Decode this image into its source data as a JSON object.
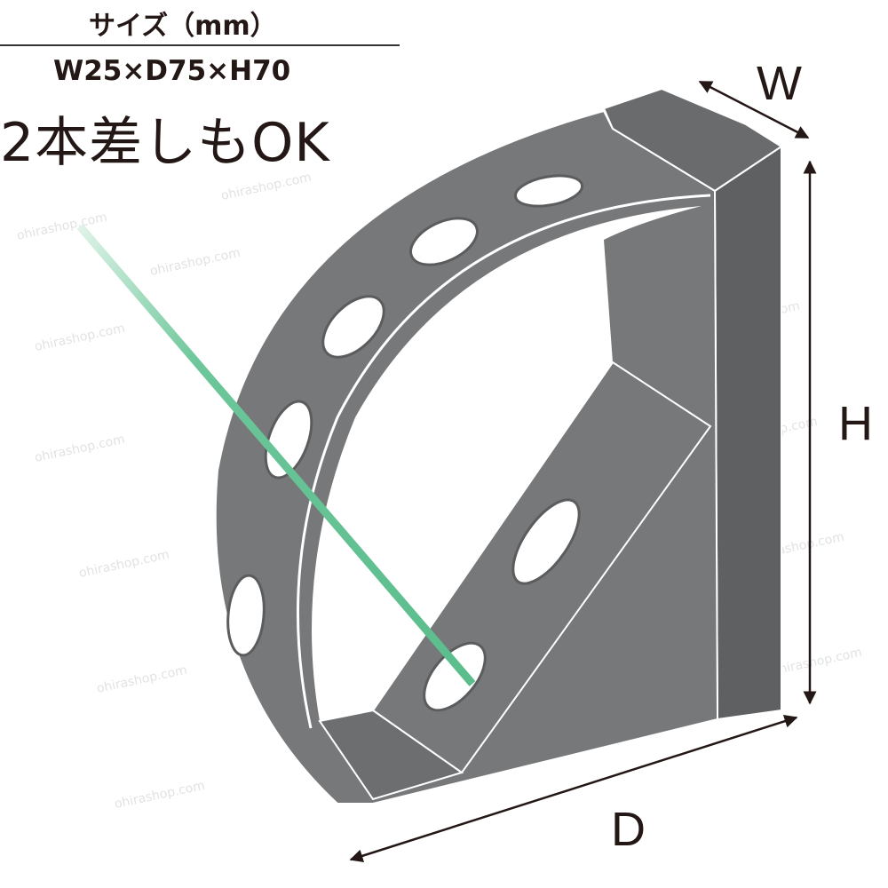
{
  "header": {
    "size_title": "サイズ（mm）",
    "dimensions": "W25×D75×H70",
    "feature": "2本差しもOK"
  },
  "diagram": {
    "labels": {
      "width": "W",
      "height": "H",
      "depth": "D"
    },
    "watermark": "ohirashop.com",
    "colors": {
      "body": "#77787a",
      "dark": "#5f6062",
      "blue_rod": "#5ec3ea",
      "green_rod": "#6cc69a",
      "arrow": "#231815"
    }
  }
}
